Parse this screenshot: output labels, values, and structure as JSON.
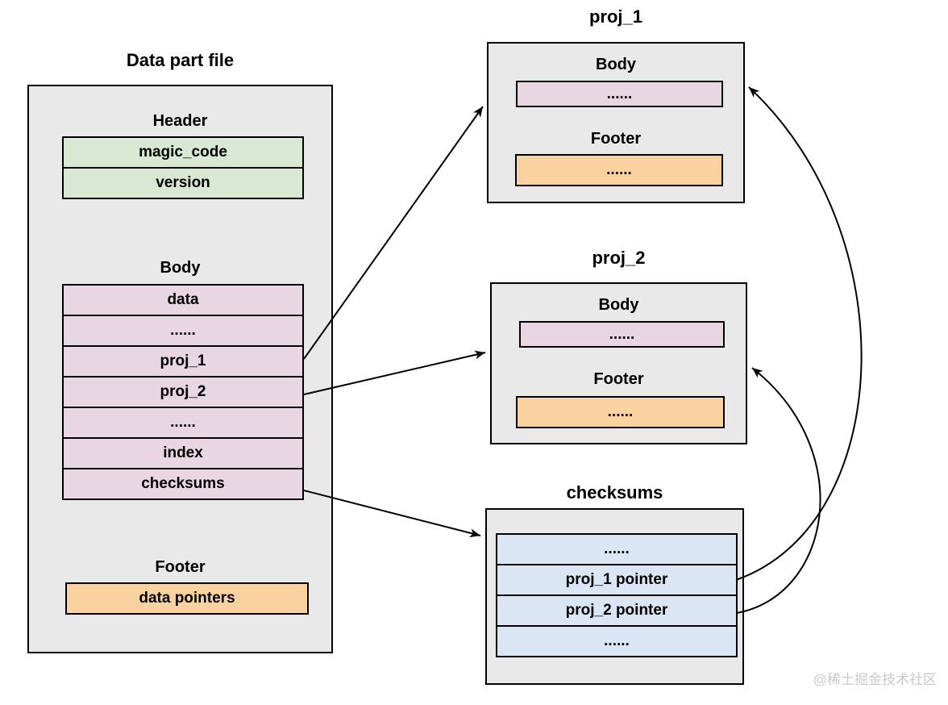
{
  "diagram": {
    "data_part_file": {
      "title": "Data part file",
      "header_label": "Header",
      "header_rows": [
        "magic_code",
        "version"
      ],
      "body_label": "Body",
      "body_rows": [
        "data",
        "......",
        "proj_1",
        "proj_2",
        "......",
        "index",
        "checksums"
      ],
      "footer_label": "Footer",
      "footer_rows": [
        "data pointers"
      ]
    },
    "proj_1": {
      "title": "proj_1",
      "body_label": "Body",
      "body_row": "......",
      "footer_label": "Footer",
      "footer_row": "......"
    },
    "proj_2": {
      "title": "proj_2",
      "body_label": "Body",
      "body_row": "......",
      "footer_label": "Footer",
      "footer_row": "......"
    },
    "checksums": {
      "title": "checksums",
      "rows": [
        "......",
        "proj_1 pointer",
        "proj_2 pointer",
        "......"
      ]
    },
    "arrows": [
      {
        "from": "data_part_file.body.proj_1",
        "to": "proj_1"
      },
      {
        "from": "data_part_file.body.proj_2",
        "to": "proj_2"
      },
      {
        "from": "data_part_file.body.checksums",
        "to": "checksums"
      },
      {
        "from": "checksums.proj_1 pointer",
        "to": "proj_1"
      },
      {
        "from": "checksums.proj_2 pointer",
        "to": "proj_2"
      }
    ]
  },
  "colors": {
    "box_fill": "#e9e9e9",
    "header_row_fill": "#d8e8d3",
    "body_row_fill": "#e8d7e2",
    "footer_row_fill": "#fad2a0",
    "checksum_row_fill": "#dbe6f5",
    "stroke": "#000000",
    "watermark": "#c9c9c9"
  },
  "watermark": "@稀土掘金技术社区"
}
